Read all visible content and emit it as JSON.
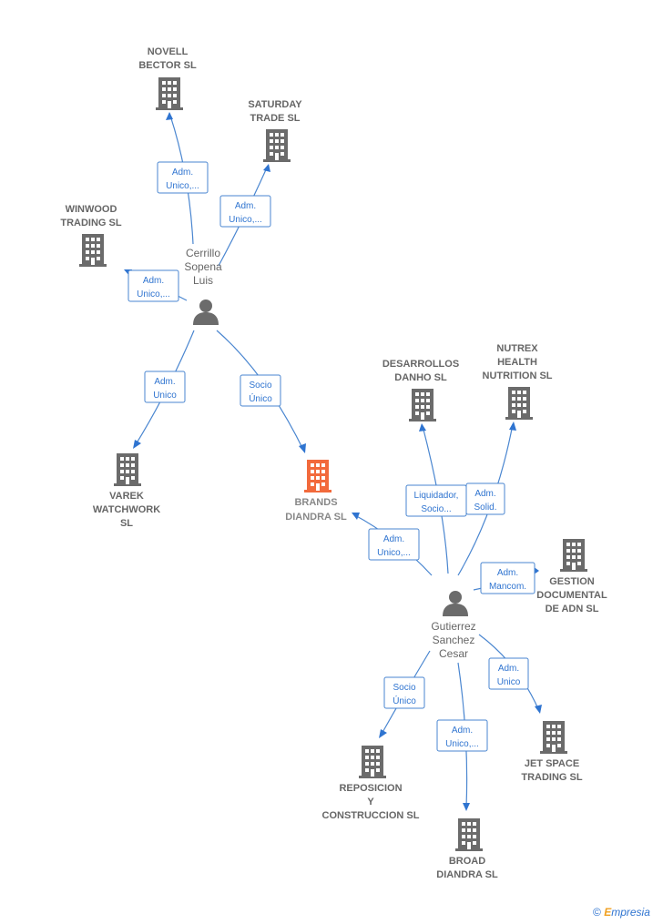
{
  "companies": [
    {
      "id": "novell",
      "lines": [
        "NOVELL",
        "BECTOR  SL"
      ],
      "focus": false
    },
    {
      "id": "saturday",
      "lines": [
        "SATURDAY",
        "TRADE SL"
      ],
      "focus": false
    },
    {
      "id": "winwood",
      "lines": [
        "WINWOOD",
        "TRADING  SL"
      ],
      "focus": false
    },
    {
      "id": "varek",
      "lines": [
        "VAREK",
        "WATCHWORK",
        "SL"
      ],
      "focus": false
    },
    {
      "id": "brands",
      "lines": [
        "BRANDS",
        "DIANDRA  SL"
      ],
      "focus": true
    },
    {
      "id": "desarrollos",
      "lines": [
        "DESARROLLOS",
        "DANHO  SL"
      ],
      "focus": false
    },
    {
      "id": "nutrex",
      "lines": [
        "NUTREX",
        "HEALTH",
        "NUTRITION  SL"
      ],
      "focus": false
    },
    {
      "id": "gestion",
      "lines": [
        "GESTION",
        "DOCUMENTAL",
        "DE ADN  SL"
      ],
      "focus": false
    },
    {
      "id": "jetspace",
      "lines": [
        "JET SPACE",
        "TRADING SL"
      ],
      "focus": false
    },
    {
      "id": "reposicion",
      "lines": [
        "REPOSICION",
        "Y",
        "CONSTRUCCION SL"
      ],
      "focus": false
    },
    {
      "id": "broad",
      "lines": [
        "BROAD",
        "DIANDRA  SL"
      ],
      "focus": false
    }
  ],
  "persons": [
    {
      "id": "cerrillo",
      "lines": [
        "Cerrillo",
        "Sopena",
        "Luis"
      ]
    },
    {
      "id": "gutierrez",
      "lines": [
        "Gutierrez",
        "Sanchez",
        "Cesar"
      ]
    }
  ],
  "edges": [
    {
      "id": "e1",
      "lines": [
        "Adm.",
        "Unico,..."
      ]
    },
    {
      "id": "e2",
      "lines": [
        "Adm.",
        "Unico,..."
      ]
    },
    {
      "id": "e3",
      "lines": [
        "Adm.",
        "Unico,..."
      ]
    },
    {
      "id": "e4",
      "lines": [
        "Adm.",
        "Unico"
      ]
    },
    {
      "id": "e5",
      "lines": [
        "Socio",
        "Único"
      ]
    },
    {
      "id": "e6",
      "lines": [
        "Liquidador,",
        "Socio..."
      ]
    },
    {
      "id": "e7",
      "lines": [
        "Adm.",
        "Solid."
      ]
    },
    {
      "id": "e8",
      "lines": [
        "Adm.",
        "Unico,..."
      ]
    },
    {
      "id": "e9",
      "lines": [
        "Adm.",
        "Mancom."
      ]
    },
    {
      "id": "e10",
      "lines": [
        "Adm.",
        "Unico"
      ]
    },
    {
      "id": "e11",
      "lines": [
        "Socio",
        "Único"
      ]
    },
    {
      "id": "e12",
      "lines": [
        "Adm.",
        "Unico,..."
      ]
    }
  ],
  "footer": {
    "copyright": "©",
    "brand_initial": "E",
    "brand_rest": "mpresia"
  },
  "colors": {
    "focus": "#f26a3c",
    "node": "#6b6b6b",
    "edge": "#4a86d0"
  }
}
